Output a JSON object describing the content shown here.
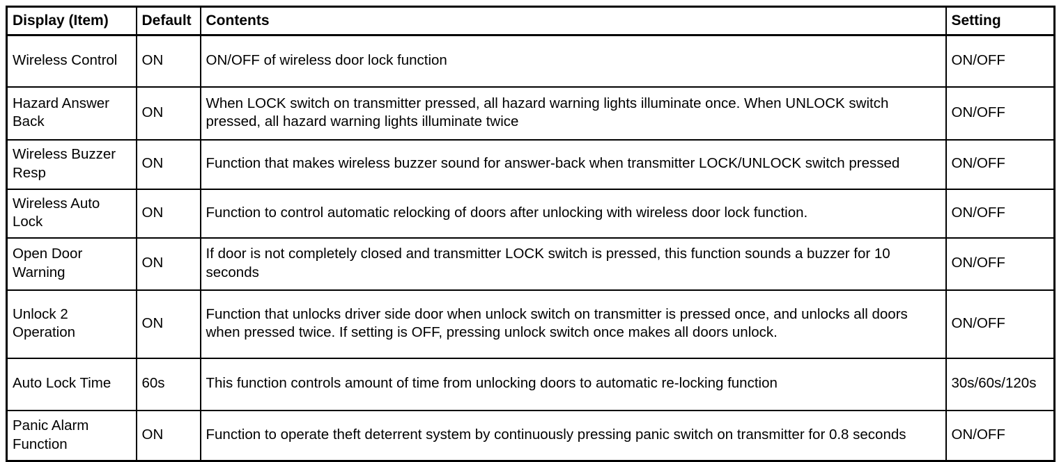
{
  "table": {
    "headers": {
      "item": "Display (Item)",
      "default": "Default",
      "contents": "Contents",
      "setting": "Setting"
    },
    "rows": [
      {
        "item": "Wireless Control",
        "default": "ON",
        "contents": "ON/OFF of wireless door lock function",
        "setting": "ON/OFF"
      },
      {
        "item": "Hazard Answer Back",
        "default": "ON",
        "contents": "When LOCK switch on transmitter pressed, all hazard warning lights illuminate once. When UNLOCK switch pressed, all hazard warning lights illuminate twice",
        "setting": "ON/OFF"
      },
      {
        "item": "Wireless Buzzer Resp",
        "default": "ON",
        "contents": "Function that makes wireless buzzer sound for answer-back when transmitter LOCK/UNLOCK switch pressed",
        "setting": "ON/OFF"
      },
      {
        "item": "Wireless Auto Lock",
        "default": "ON",
        "contents": "Function to control automatic relocking of doors after unlocking with wireless door lock function.",
        "setting": "ON/OFF"
      },
      {
        "item": "Open Door Warning",
        "default": "ON",
        "contents": "If door is not completely closed and transmitter LOCK switch is pressed, this function sounds a buzzer for 10 seconds",
        "setting": "ON/OFF"
      },
      {
        "item": "Unlock 2 Operation",
        "default": "ON",
        "contents": "Function that unlocks driver side door when unlock switch on transmitter is pressed once, and unlocks all doors when pressed twice. If setting is OFF, pressing unlock switch once makes all doors unlock.",
        "setting": "ON/OFF"
      },
      {
        "item": "Auto Lock Time",
        "default": "60s",
        "contents": "This function controls amount of time from unlocking doors to automatic re-locking function",
        "setting": "30s/60s/120s"
      },
      {
        "item": "Panic Alarm Function",
        "default": "ON",
        "contents": "Function to operate theft deterrent system by continuously pressing panic switch on transmitter for 0.8 seconds",
        "setting": "ON/OFF"
      }
    ]
  },
  "colors": {
    "border": "#000000",
    "text": "#000000",
    "background": "#ffffff"
  }
}
